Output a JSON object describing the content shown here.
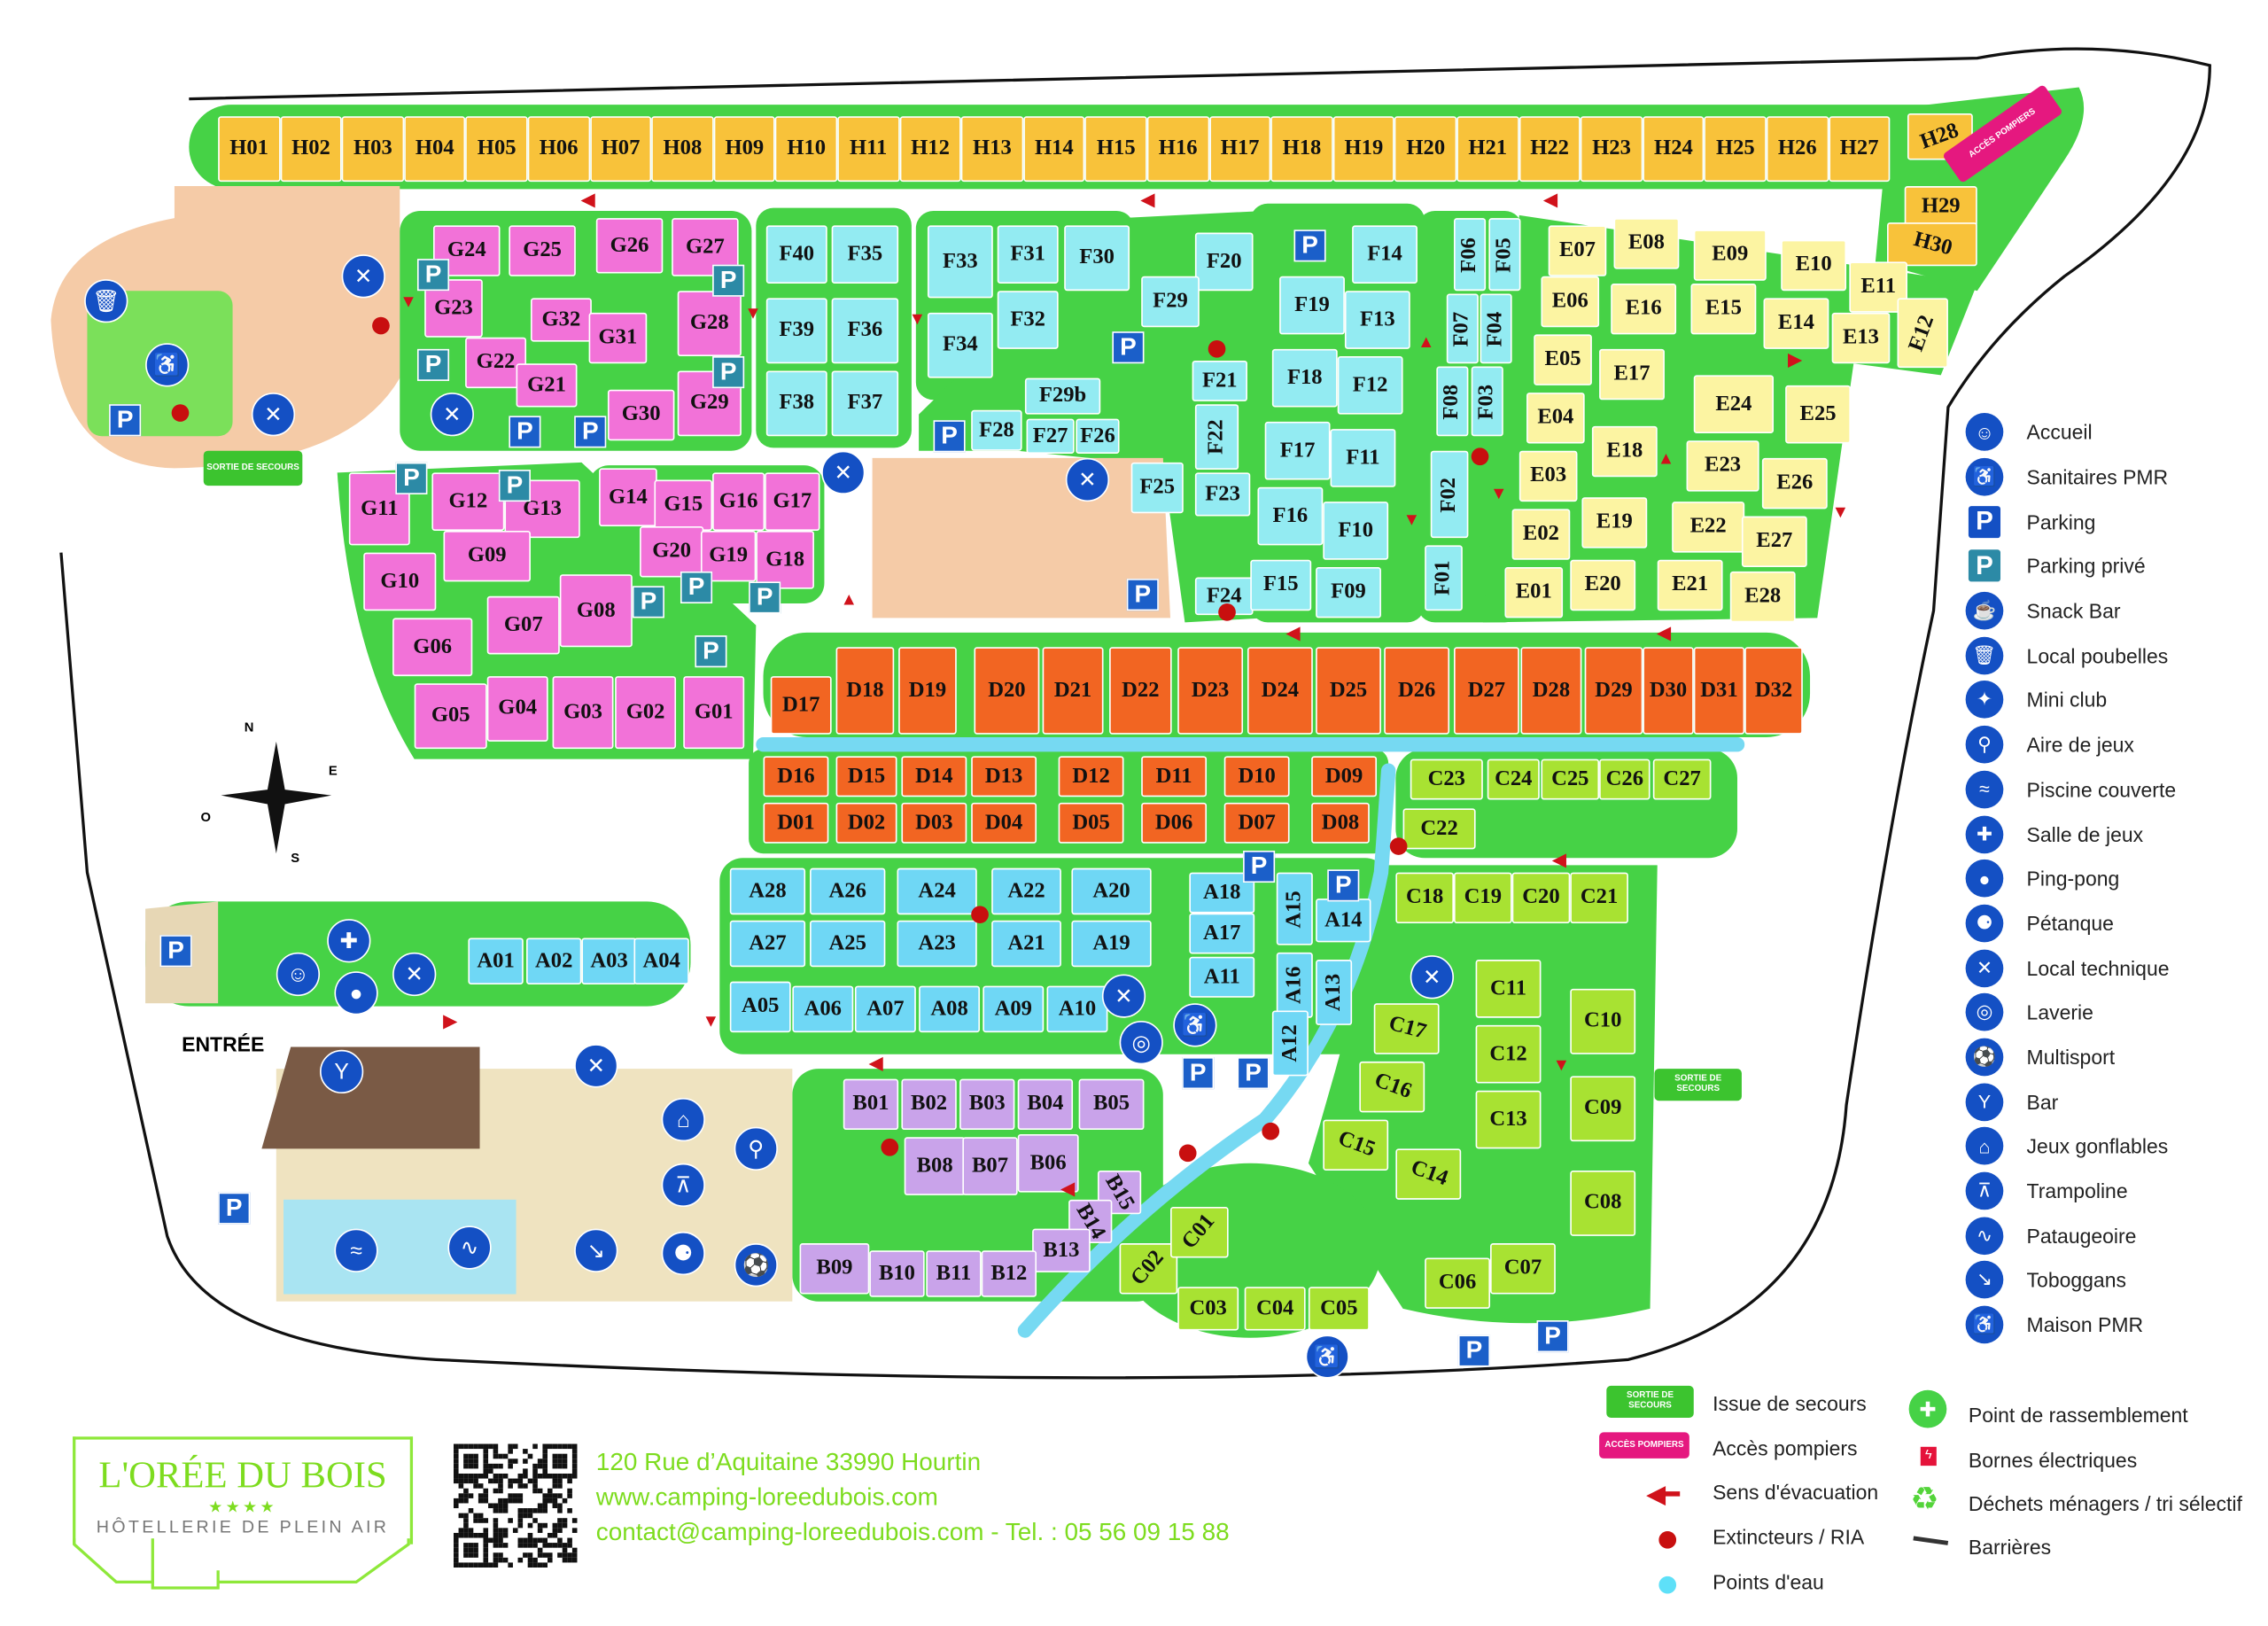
{
  "map": {
    "entrance_label": "ENTRÉE",
    "compass": {
      "n": "N",
      "e": "E",
      "s": "S",
      "o": "O"
    },
    "sign_exit": "SORTIE DE SECOURS",
    "sign_fire": "ACCÈS POMPIERS",
    "parking_glyph": "P",
    "colors": {
      "green": "#46d246",
      "road": "#ffffff",
      "peach": "#f5cba7",
      "beige": "#efe3c0",
      "water": "#76d9f2"
    }
  },
  "plots": {
    "H": {
      "color": "#f8c23a",
      "labels": [
        "H01",
        "H02",
        "H03",
        "H04",
        "H05",
        "H06",
        "H07",
        "H08",
        "H09",
        "H10",
        "H11",
        "H12",
        "H13",
        "H14",
        "H15",
        "H16",
        "H17",
        "H18",
        "H19",
        "H20",
        "H21",
        "H22",
        "H23",
        "H24",
        "H25",
        "H26",
        "H27",
        "H28",
        "H29",
        "H30"
      ]
    },
    "G": {
      "color": "#f272d8",
      "labels": [
        "G24",
        "G25",
        "G26",
        "G27",
        "G23",
        "G32",
        "G31",
        "G28",
        "G22",
        "G21",
        "G30",
        "G29",
        "G11",
        "G12",
        "G13",
        "G09",
        "G10",
        "G06",
        "G07",
        "G08",
        "G05",
        "G04",
        "G03",
        "G02",
        "G01",
        "G14",
        "G15",
        "G16",
        "G17",
        "G20",
        "G19",
        "G18"
      ]
    },
    "F": {
      "color": "#93ebf2",
      "labels": [
        "F40",
        "F35",
        "F39",
        "F36",
        "F38",
        "F37",
        "F33",
        "F31",
        "F30",
        "F34",
        "F32",
        "F20",
        "F29",
        "F29b",
        "F28",
        "F27",
        "F26",
        "F25",
        "F21",
        "F22",
        "F23",
        "F24",
        "F14",
        "F19",
        "F13",
        "F18",
        "F12",
        "F17",
        "F11",
        "F16",
        "F10",
        "F15",
        "F09",
        "F06",
        "F05",
        "F07",
        "F04",
        "F08",
        "F03",
        "F02",
        "F01"
      ]
    },
    "E": {
      "color": "#fcf4a2",
      "labels": [
        "E07",
        "E08",
        "E09",
        "E10",
        "E11",
        "E06",
        "E16",
        "E15",
        "E14",
        "E13",
        "E12",
        "E05",
        "E17",
        "E04",
        "E18",
        "E03",
        "E02",
        "E19",
        "E01",
        "E20",
        "E24",
        "E25",
        "E23",
        "E26",
        "E22",
        "E27",
        "E21",
        "E28"
      ]
    },
    "D": {
      "color": "#f26522",
      "labels": [
        "D17",
        "D18",
        "D19",
        "D20",
        "D21",
        "D22",
        "D23",
        "D24",
        "D25",
        "D26",
        "D27",
        "D28",
        "D29",
        "D30",
        "D31",
        "D32",
        "D16",
        "D15",
        "D14",
        "D13",
        "D12",
        "D11",
        "D10",
        "D09",
        "D01",
        "D02",
        "D03",
        "D04",
        "D05",
        "D06",
        "D07",
        "D08"
      ]
    },
    "C": {
      "color": "#a8e232",
      "labels": [
        "C23",
        "C24",
        "C25",
        "C26",
        "C27",
        "C22",
        "C18",
        "C19",
        "C20",
        "C21",
        "C11",
        "C12",
        "C13",
        "C10",
        "C09",
        "C08",
        "C17",
        "C16",
        "C15",
        "C14",
        "C07",
        "C06",
        "C02",
        "C01",
        "C03",
        "C04",
        "C05"
      ]
    },
    "A": {
      "color": "#6fd7f5",
      "labels": [
        "A28",
        "A26",
        "A24",
        "A22",
        "A20",
        "A27",
        "A25",
        "A23",
        "A21",
        "A19",
        "A05",
        "A06",
        "A07",
        "A08",
        "A09",
        "A10",
        "A18",
        "A17",
        "A11",
        "A15",
        "A14",
        "A16",
        "A13",
        "A12",
        "A01",
        "A02",
        "A03",
        "A04"
      ]
    },
    "B": {
      "color": "#c9a3ea",
      "labels": [
        "B01",
        "B02",
        "B03",
        "B04",
        "B05",
        "B08",
        "B07",
        "B06",
        "B15",
        "B14",
        "B13",
        "B09",
        "B10",
        "B11",
        "B12"
      ]
    }
  },
  "legend": {
    "items": [
      {
        "icon": "reception-icon",
        "glyph": "☺",
        "label": "Accueil"
      },
      {
        "icon": "accessible-sanitary-icon",
        "glyph": "♿",
        "label": "Sanitaires PMR"
      },
      {
        "icon": "parking-icon",
        "glyph": "P",
        "label": "Parking"
      },
      {
        "icon": "private-parking-icon",
        "glyph": "P",
        "label": "Parking privé"
      },
      {
        "icon": "snack-bar-icon",
        "glyph": "☕",
        "label": "Snack Bar"
      },
      {
        "icon": "trash-icon",
        "glyph": "🗑",
        "label": "Local poubelles"
      },
      {
        "icon": "mini-club-icon",
        "glyph": "✦",
        "label": "Mini club"
      },
      {
        "icon": "playground-icon",
        "glyph": "⚲",
        "label": "Aire de jeux"
      },
      {
        "icon": "indoor-pool-icon",
        "glyph": "≈",
        "label": "Piscine couverte"
      },
      {
        "icon": "game-room-icon",
        "glyph": "✚",
        "label": "Salle de jeux"
      },
      {
        "icon": "ping-pong-icon",
        "glyph": "●",
        "label": "Ping-pong"
      },
      {
        "icon": "petanque-icon",
        "glyph": "⚈",
        "label": "Pétanque"
      },
      {
        "icon": "technical-room-icon",
        "glyph": "✕",
        "label": "Local technique"
      },
      {
        "icon": "laundry-icon",
        "glyph": "◎",
        "label": "Laverie"
      },
      {
        "icon": "multisport-icon",
        "glyph": "⚽",
        "label": "Multisport"
      },
      {
        "icon": "bar-icon",
        "glyph": "Y",
        "label": "Bar"
      },
      {
        "icon": "inflatable-games-icon",
        "glyph": "⌂",
        "label": "Jeux gonflables"
      },
      {
        "icon": "trampoline-icon",
        "glyph": "⊼",
        "label": "Trampoline"
      },
      {
        "icon": "paddling-pool-icon",
        "glyph": "∿",
        "label": "Pataugeoire"
      },
      {
        "icon": "slides-icon",
        "glyph": "↘",
        "label": "Toboggans"
      },
      {
        "icon": "accessible-house-icon",
        "glyph": "♿",
        "label": "Maison PMR"
      }
    ],
    "bottom_left": [
      {
        "icon": "emergency-exit-icon",
        "label": "Issue de secours"
      },
      {
        "icon": "fire-access-icon",
        "label": "Accès pompiers"
      },
      {
        "icon": "evacuation-arrow-icon",
        "label": "Sens d'évacuation"
      },
      {
        "icon": "extinguisher-icon",
        "label": "Extincteurs / RIA"
      },
      {
        "icon": "water-point-icon",
        "label": "Points d'eau"
      }
    ],
    "bottom_right": [
      {
        "icon": "assembly-point-icon",
        "label": "Point de rassemblement"
      },
      {
        "icon": "electric-terminal-icon",
        "label": "Bornes électriques"
      },
      {
        "icon": "recycling-icon",
        "label": "Déchets ménagers / tri sélectif"
      },
      {
        "icon": "barrier-icon",
        "label": "Barrières"
      }
    ]
  },
  "footer": {
    "logo_name": "L'ORÉE DU BOIS",
    "logo_stars": "★★★★",
    "logo_tagline": "HÔTELLERIE DE PLEIN AIR",
    "address": "120 Rue d’Aquitaine 33990 Hourtin",
    "website": "www.camping-loreedubois.com",
    "contact": "contact@camping-loreedubois.com - Tel. : 05 56 09 15 88"
  }
}
